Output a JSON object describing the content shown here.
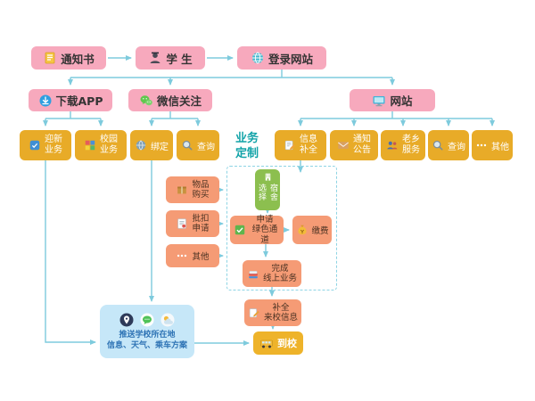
{
  "palette": {
    "pink_node": "#f7a9bd",
    "gold_node": "#e8ab28",
    "orange_node": "#f59b75",
    "green_node": "#8cbf4f",
    "blue_panel_bg": "#c6e7f8",
    "blue_panel_text": "#2f74b5",
    "custom_label_text": "#12a3a8",
    "arrow_color": "#7ecbdd"
  },
  "nodes": {
    "notice": {
      "label": "通知书",
      "icon": "notepad-icon"
    },
    "student": {
      "label": "学 生",
      "icon": "student-icon"
    },
    "login": {
      "label": "登录网站",
      "icon": "globe-icon"
    },
    "app": {
      "label": "下载APP",
      "icon": "download-icon"
    },
    "wechat": {
      "label": "微信关注",
      "icon": "wechat-icon"
    },
    "website": {
      "label": "网站",
      "icon": "monitor-icon"
    },
    "yingxin": {
      "line1": "迎新",
      "line2": "业务",
      "icon": "welcome-service-icon"
    },
    "xiaoyuan": {
      "line1": "校园",
      "line2": "业务",
      "icon": "campus-service-icon"
    },
    "bind": {
      "label": "绑定",
      "icon": "link-globe-icon"
    },
    "query_wechat": {
      "label": "查询",
      "icon": "search-icon"
    },
    "custom": {
      "line1": "业务",
      "line2": "定制"
    },
    "info_complete": {
      "line1": "信息",
      "line2": "补全",
      "icon": "edit-form-icon"
    },
    "announce": {
      "line1": "通知",
      "line2": "公告",
      "icon": "envelope-icon"
    },
    "hometown": {
      "line1": "老乡",
      "line2": "服务",
      "icon": "people-icon"
    },
    "query_web": {
      "label": "查询",
      "icon": "search-icon"
    },
    "other_web": {
      "label": "其他",
      "icon": "dots-icon"
    },
    "purchase": {
      "line1": "物品",
      "line2": "购买",
      "icon": "package-icon"
    },
    "deduct": {
      "line1": "批扣",
      "line2": "申请",
      "icon": "document-stamp-icon"
    },
    "other_mid": {
      "label": "其他",
      "icon": "dots-icon"
    },
    "dorm": {
      "label": "宿舍选择",
      "icon": "building-icon"
    },
    "green_channel": {
      "line1": "申请",
      "line2": "绿色通道",
      "icon": "green-channel-icon"
    },
    "pay": {
      "label": "缴费",
      "icon": "money-bag-icon"
    },
    "finish_online": {
      "line1": "完成",
      "line2": "线上业务",
      "icon": "cards-icon"
    },
    "arrival_info": {
      "line1": "补全",
      "line2": "来校信息",
      "icon": "edit-icon"
    },
    "arrive": {
      "label": "到校",
      "icon": "school-bus-icon"
    },
    "push": {
      "line1": "推送学校所在地",
      "line2": "信息、天气、乘车方案",
      "icons": [
        "location-icon",
        "chat-icon",
        "weather-icon"
      ]
    }
  }
}
